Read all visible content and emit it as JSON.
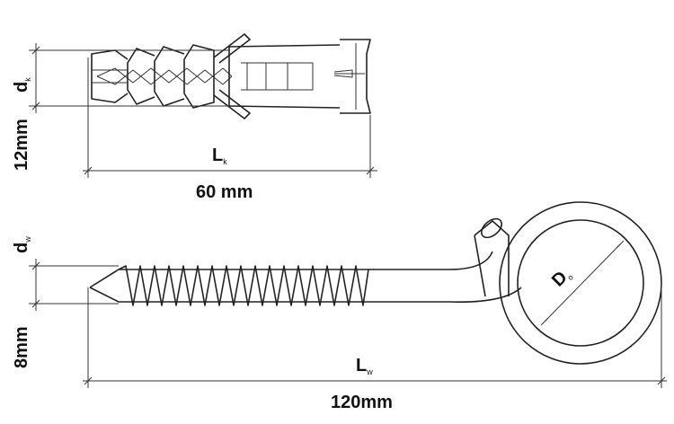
{
  "dowel": {
    "diameter_symbol": "d",
    "diameter_subscript": "k",
    "diameter_value": "12mm",
    "length_symbol": "L",
    "length_subscript": "k",
    "length_value": "60 mm"
  },
  "hook": {
    "diameter_symbol": "d",
    "diameter_subscript": "w",
    "diameter_value": "8mm",
    "length_symbol": "L",
    "length_subscript": "w",
    "length_value": "120mm",
    "eye_symbol": "D",
    "eye_subscript": "o"
  },
  "colors": {
    "line": "#222222",
    "background": "#ffffff"
  }
}
